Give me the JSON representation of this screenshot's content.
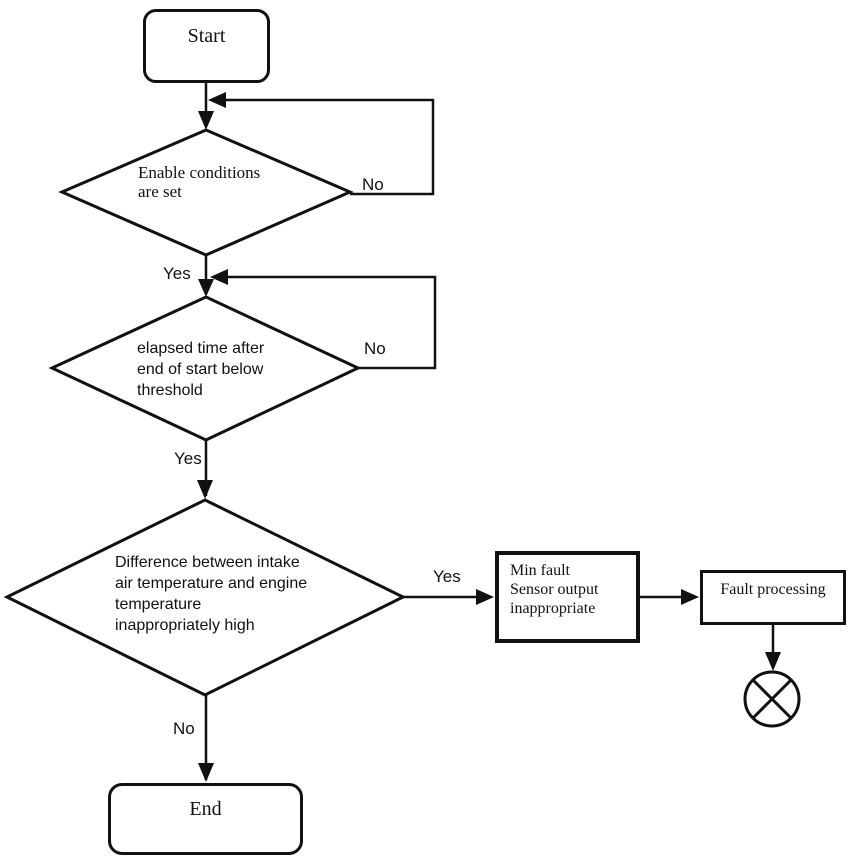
{
  "nodes": {
    "start": {
      "label": "Start"
    },
    "decision_enable": {
      "lines": [
        "Enable conditions",
        "are set"
      ]
    },
    "decision_elapsed": {
      "lines": [
        "elapsed time after",
        "end of start below",
        "threshold"
      ]
    },
    "decision_difference": {
      "lines": [
        "Difference between intake",
        "air temperature and engine",
        "temperature",
        "inappropriately high"
      ]
    },
    "min_fault": {
      "lines": [
        "Min fault",
        "Sensor output",
        "inappropriate"
      ]
    },
    "fault_processing": {
      "label": "Fault processing"
    },
    "end": {
      "label": "End"
    }
  },
  "edge_labels": {
    "enable_yes": "Yes",
    "enable_no": "No",
    "elapsed_yes": "Yes",
    "elapsed_no": "No",
    "difference_yes": "Yes",
    "difference_no": "No"
  },
  "colors": {
    "line": "#111111",
    "text": "#111111",
    "background": "#ffffff"
  }
}
